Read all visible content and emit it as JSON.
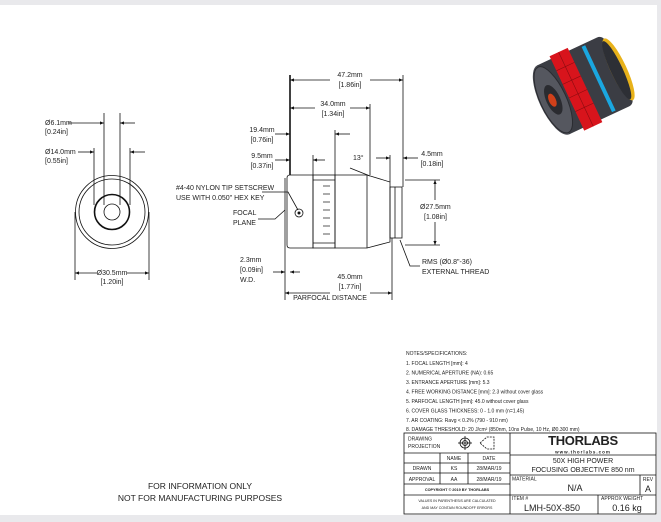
{
  "front_view": {
    "d1": "Ø6.1mm",
    "d1_in": "[0.24in]",
    "d2": "Ø14.0mm",
    "d2_in": "[0.55in]",
    "d3": "Ø30.5mm",
    "d3_in": "[1.20in]"
  },
  "side_view": {
    "overall": "47.2mm",
    "overall_in": "[1.86in]",
    "body": "34.0mm",
    "body_in": "[1.34in]",
    "ring": "19.4mm",
    "ring_in": "[0.76in]",
    "cap": "9.5mm",
    "cap_in": "[0.37in]",
    "thread_len": "4.5mm",
    "thread_len_in": "[0.18in]",
    "angle": "13°",
    "diameter": "Ø27.5mm",
    "diameter_in": "[1.08in]",
    "setscrew_1": "#4-40 NYLON TIP SETSCREW",
    "setscrew_2": "USE WITH 0.050\" HEX KEY",
    "focal_1": "FOCAL",
    "focal_2": "PLANE",
    "wd": "2.3mm",
    "wd_in": "[0.09in]",
    "wd_label": "W.D.",
    "parfocal": "45.0mm",
    "parfocal_in": "[1.77in]",
    "parfocal_label": "PARFOCAL DISTANCE",
    "thread_1": "RMS (Ø0.8\"-36)",
    "thread_2": "EXTERNAL THREAD"
  },
  "notes": {
    "title": "NOTES/SPECIFICATIONS:",
    "items": [
      "1.  FOCAL LENGTH [mm]: 4",
      "2.  NUMERICAL APERTURE (NA): 0.65",
      "3.  ENTRANCE APERTURE [mm]: 5.3",
      "4.  FREE WORKING DISTANCE [mm]: 2.3 without cover glass",
      "5.  PARFOCAL LENGTH [mm]: 45.0 without cover glass",
      "6.  COVER GLASS THICKNESS: 0 - 1.0 mm (n=1.45)",
      "7.  AR COATING: Ravg < 0.2% (790 - 910 nm)",
      "8.  DAMAGE THRESHOLD: 20 J/cm² (850nm, 10ns Pulse, 10 Hz, Ø0.300 mm)"
    ]
  },
  "title_block": {
    "projection_1": "DRAWING",
    "projection_2": "PROJECTION",
    "name_header": "NAME",
    "date_header": "DATE",
    "drawn_label": "DRAWN",
    "drawn_name": "KS",
    "drawn_date": "28/MAR/19",
    "approval_label": "APPROVAL",
    "approval_name": "AA",
    "approval_date": "28/MAR/19",
    "copyright": "COPYRIGHT © 2019 BY THORLABS",
    "values_1": "VALUES IN PARENTHESIS ARE CALCULATED",
    "values_2": "AND MAY CONTAIN ROUNDOFF ERRORS",
    "logo": "THORLABS",
    "website": "www.thorlabs.com",
    "title_1": "50X HIGH POWER",
    "title_2": "FOCUSING OBJECTIVE 850 nm",
    "material_label": "MATERIAL",
    "material": "N/A",
    "rev_label": "REV",
    "rev": "A",
    "item_label": "ITEM #",
    "item": "LMH-50X-850",
    "weight_label": "APPROX WEIGHT",
    "weight": "0.16 kg"
  },
  "disclaimer": {
    "line1": "FOR INFORMATION ONLY",
    "line2": "NOT FOR MANUFACTURING PURPOSES"
  },
  "colors": {
    "red": "#d8141c",
    "blue": "#1aa7e0",
    "gold": "#e8b21a",
    "body": "#3b3d44"
  }
}
